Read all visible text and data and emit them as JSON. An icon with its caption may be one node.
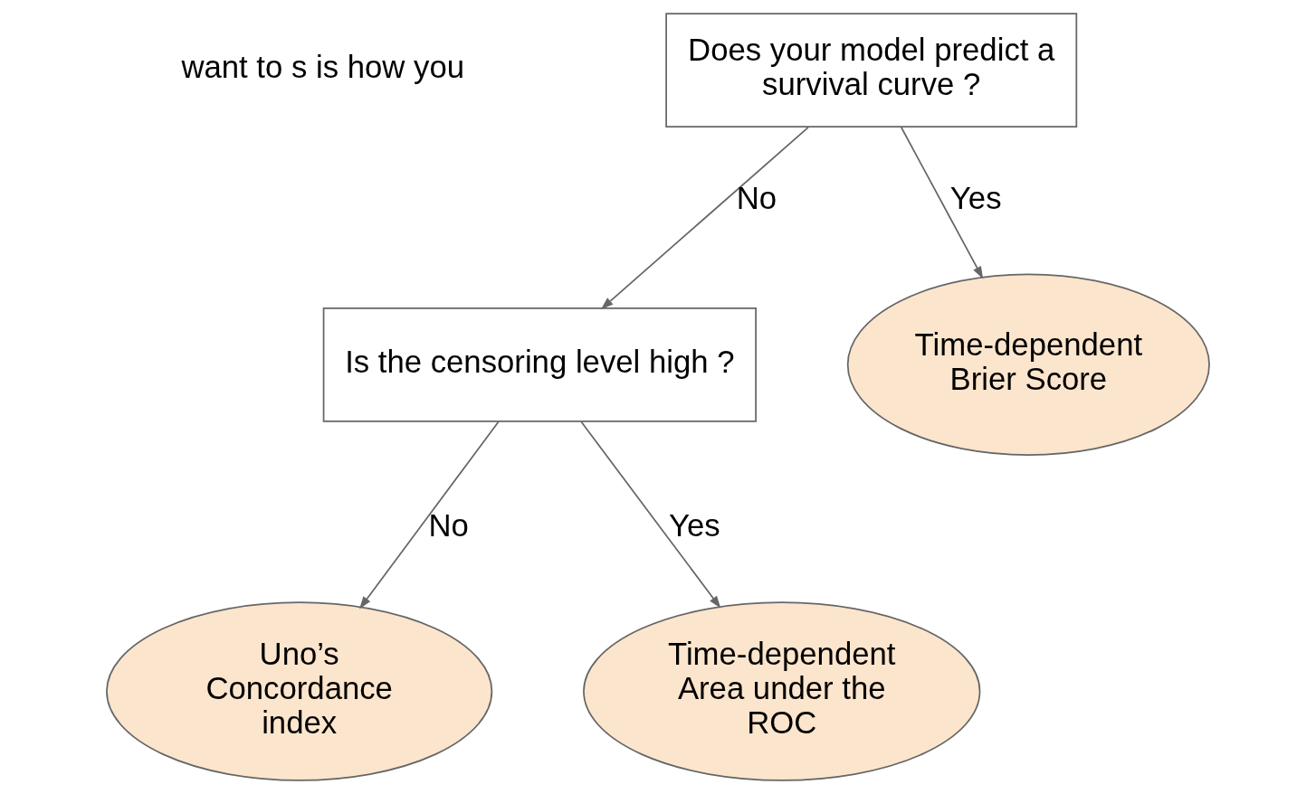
{
  "diagram": {
    "nodes": [
      {
        "text": [
          "Does your model predict a survival curve ?"
        ]
      },
      {
        "text": [
          "Is the censoring level high ?"
        ]
      },
      {
        "text": [
          "Time-dependent Brier Score"
        ]
      },
      {
        "text": [
          "Uno’s Concordance index"
        ]
      },
      {
        "text": [
          "Time-dependent Area under the ROC"
        ]
      }
    ],
    "edges": [
      {
        "from": 0,
        "to": 1,
        "label": "No",
        "arrow": "to"
      },
      {
        "from": 0,
        "to": 2,
        "label": "Yes",
        "arrow": "to"
      },
      {
        "from": 1,
        "to": 3,
        "label": "No",
        "arrow": "to"
      },
      {
        "from": 1,
        "to": 4,
        "label": "Yes",
        "arrow": "to"
      }
    ],
    "labels": [
      "want to s is how you"
    ]
  }
}
